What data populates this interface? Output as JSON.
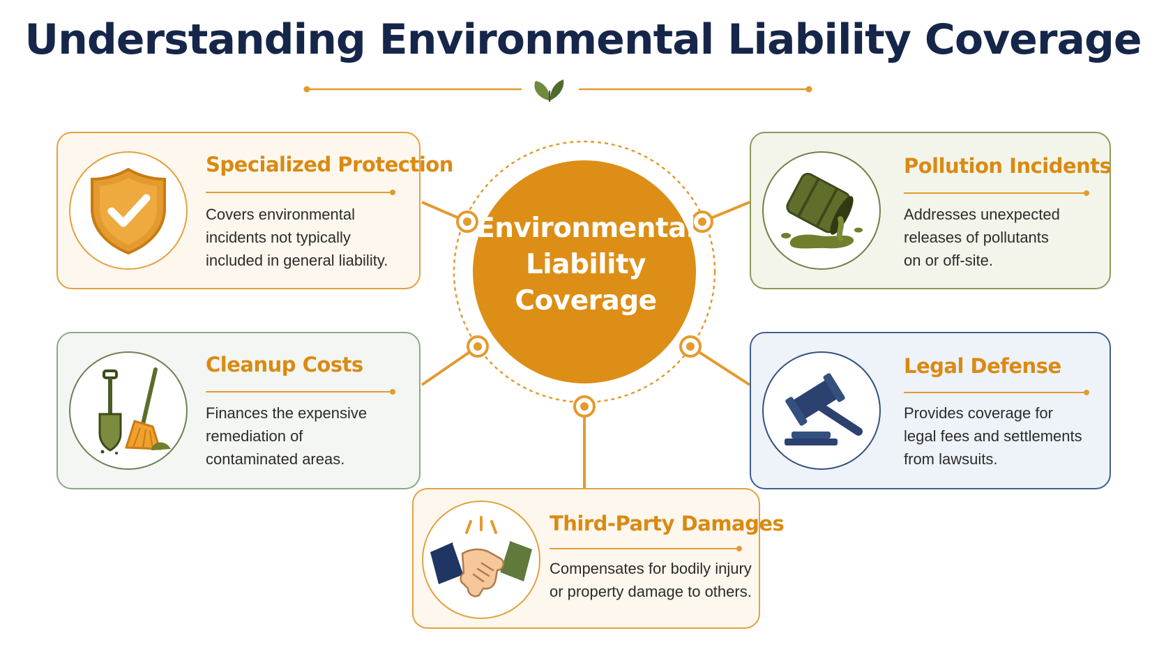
{
  "title": "Understanding Environmental Liability Coverage",
  "center": {
    "line1": "Environmental",
    "line2": "Liability",
    "line3": "Coverage"
  },
  "colors": {
    "accent": "#e39a2e",
    "navy": "#16264a",
    "olive": "#6f7f45",
    "blue": "#33507f"
  },
  "cards": [
    {
      "id": "specialized-protection",
      "icon": "shield-check-icon",
      "heading": "Specialized Protection",
      "lines": [
        "Covers environmental",
        "incidents not typically",
        "included in general liability."
      ]
    },
    {
      "id": "pollution-incidents",
      "icon": "spilled-barrel-icon",
      "heading": "Pollution Incidents",
      "lines": [
        "Addresses unexpected",
        "releases of pollutants",
        "on or off-site."
      ]
    },
    {
      "id": "cleanup-costs",
      "icon": "shovel-broom-icon",
      "heading": "Cleanup Costs",
      "lines": [
        "Finances the expensive",
        "remediation of",
        "contaminated areas."
      ]
    },
    {
      "id": "legal-defense",
      "icon": "gavel-icon",
      "heading": "Legal Defense",
      "lines": [
        "Provides coverage for",
        "legal fees and settlements",
        "from lawsuits."
      ]
    },
    {
      "id": "third-party-damages",
      "icon": "handshake-icon",
      "heading": "Third-Party Damages",
      "lines": [
        "Compensates for bodily injury",
        "or property damage to others."
      ]
    }
  ]
}
